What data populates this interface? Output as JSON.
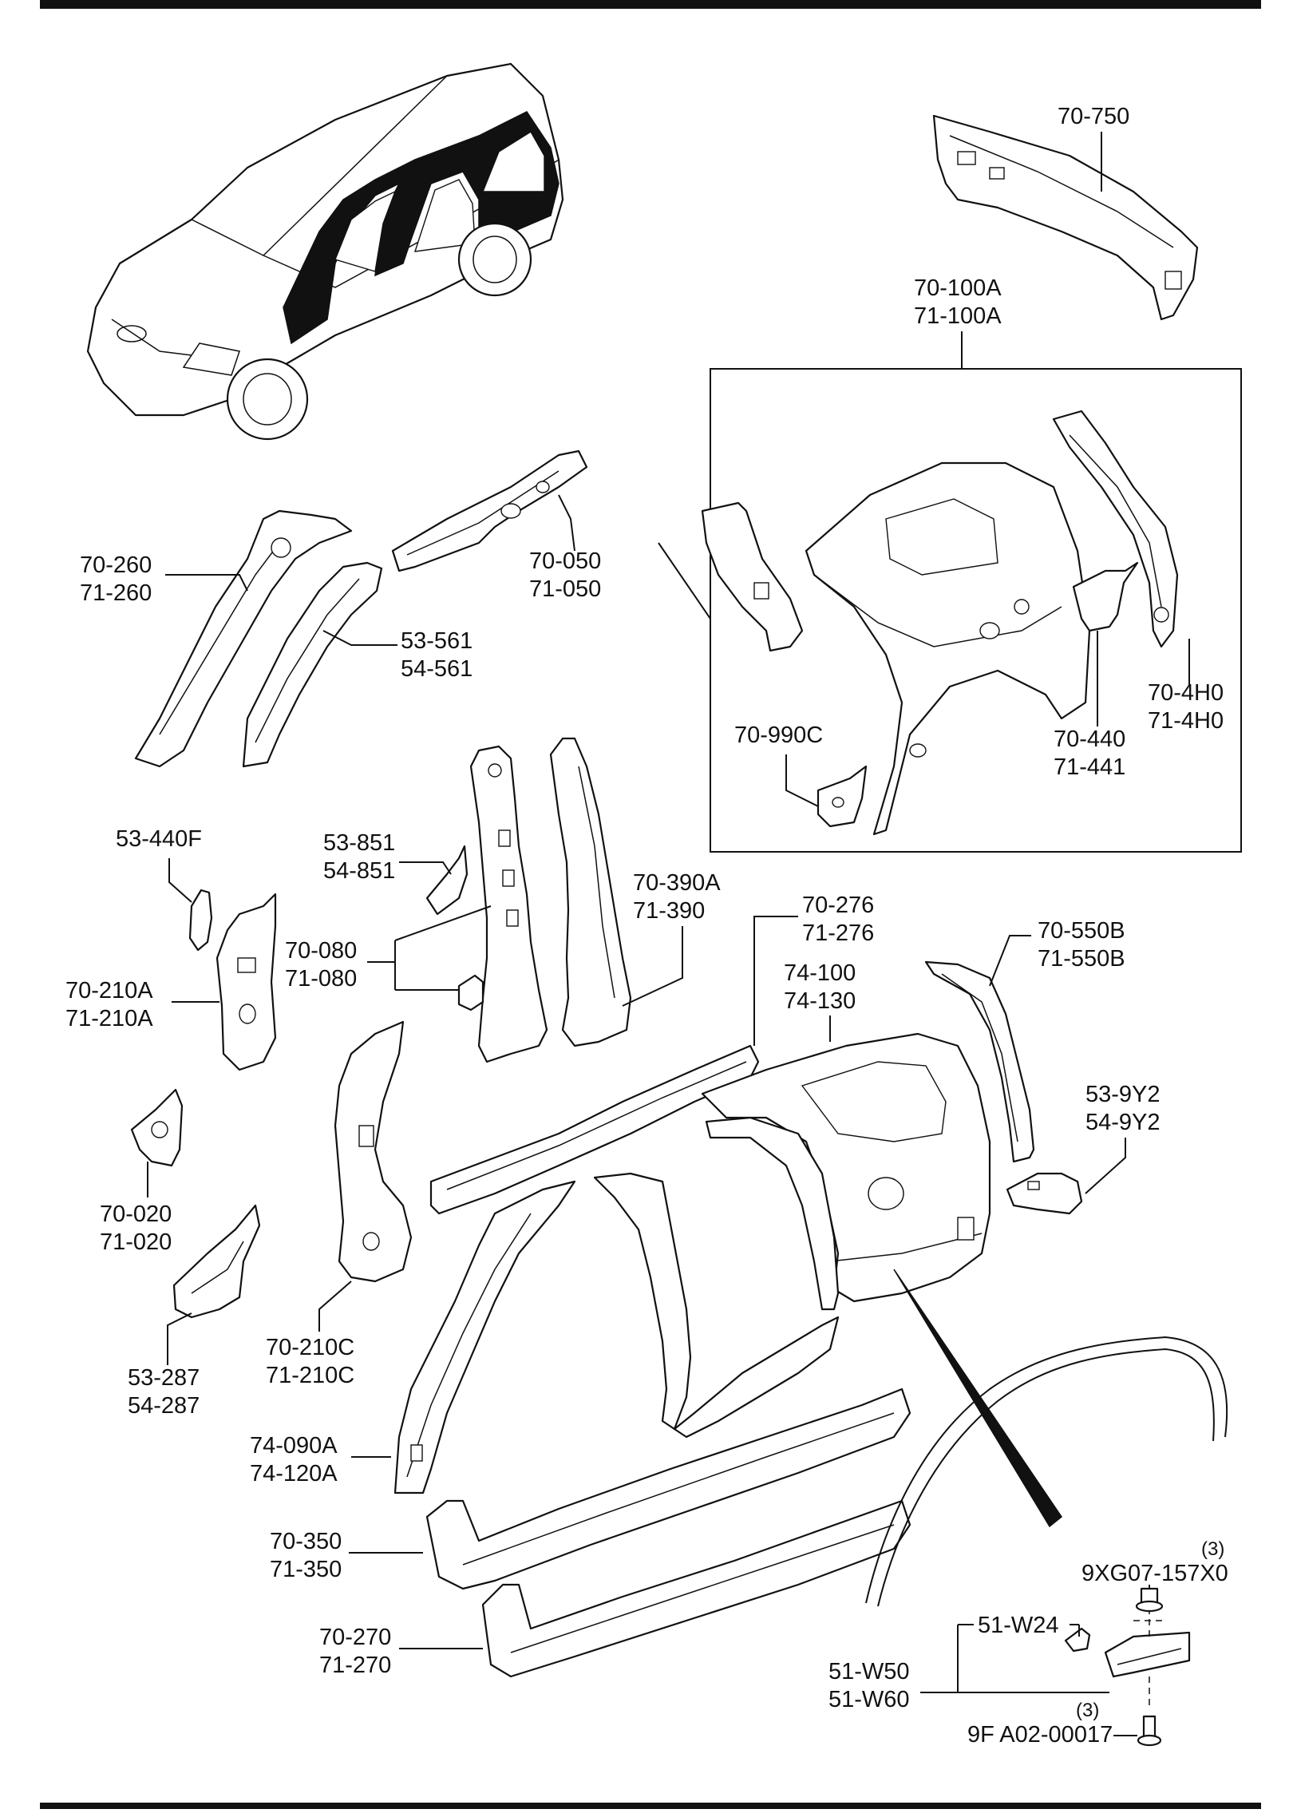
{
  "labels": {
    "l70_750": "70-750",
    "l70_100a": "70-100A",
    "l71_100a": "71-100A",
    "l70_260": "70-260",
    "l71_260": "71-260",
    "l70_050": "70-050",
    "l71_050": "71-050",
    "l53_561": "53-561",
    "l54_561": "54-561",
    "l70_990c": "70-990C",
    "l70_440": "70-440",
    "l71_441": "71-441",
    "l70_4h0": "70-4H0",
    "l71_4h0": "71-4H0",
    "l53_440f": "53-440F",
    "l53_851": "53-851",
    "l54_851": "54-851",
    "l70_390a": "70-390A",
    "l71_390": "71-390",
    "l70_276": "70-276",
    "l71_276": "71-276",
    "l70_080": "70-080",
    "l71_080": "71-080",
    "l70_210a": "70-210A",
    "l71_210a": "71-210A",
    "l74_100": "74-100",
    "l74_130": "74-130",
    "l70_550b": "70-550B",
    "l71_550b": "71-550B",
    "l53_9y2": "53-9Y2",
    "l54_9y2": "54-9Y2",
    "l70_020": "70-020",
    "l71_020": "71-020",
    "l70_210c": "70-210C",
    "l71_210c": "71-210C",
    "l53_287": "53-287",
    "l54_287": "54-287",
    "l74_090a": "74-090A",
    "l74_120a": "74-120A",
    "l70_350": "70-350",
    "l71_350": "71-350",
    "l70_270": "70-270",
    "l71_270": "71-270",
    "qty_top": "(3)",
    "l9xg07": "9XG07-157X0",
    "l51_w24": "51-W24",
    "l51_w50": "51-W50",
    "l51_w60": "51-W60",
    "qty_bottom": "(3)",
    "l9fa02": "9F A02-00017"
  }
}
